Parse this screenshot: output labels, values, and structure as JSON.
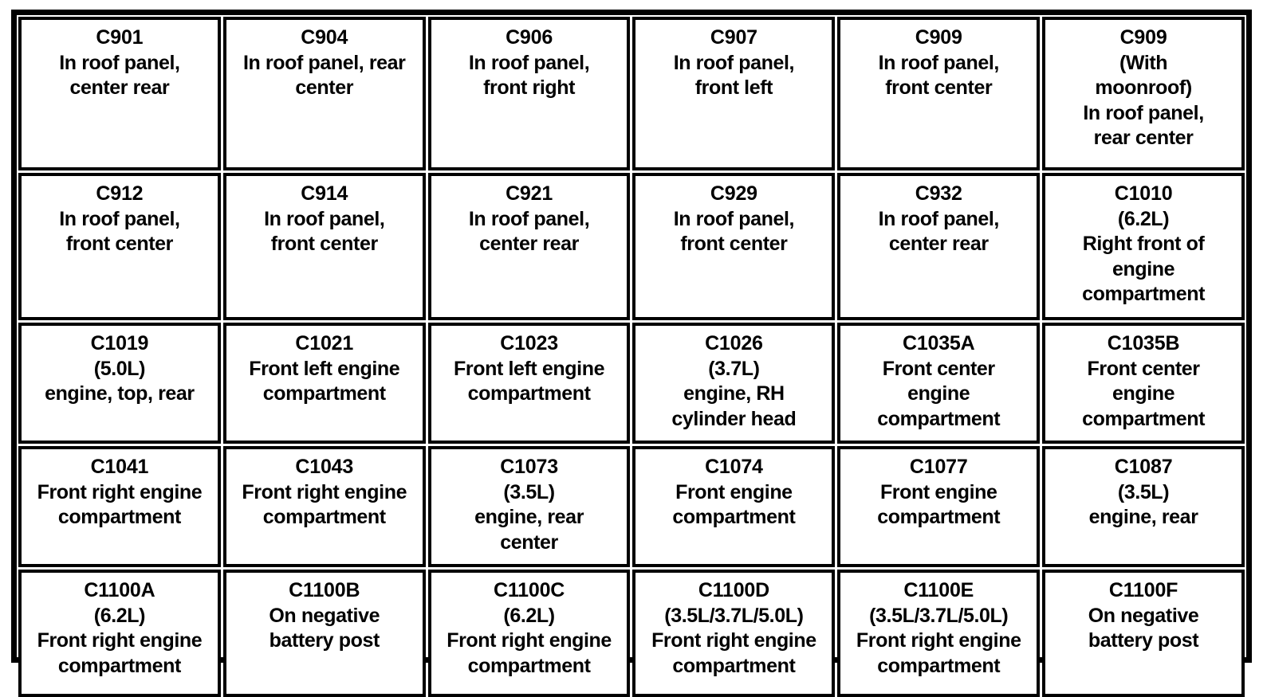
{
  "document": {
    "title": "Connector Location Reference Table",
    "type": "table",
    "columns": 6,
    "rows": 5,
    "text_color": "#000000",
    "background_color": "#ffffff",
    "border_color": "#000000"
  },
  "cells": [
    {
      "code": "C901",
      "description": "In roof panel,\ncenter rear"
    },
    {
      "code": "C904",
      "description": "In roof panel, rear\ncenter"
    },
    {
      "code": "C906",
      "description": "In roof panel,\nfront right"
    },
    {
      "code": "C907",
      "description": "In roof panel,\nfront left"
    },
    {
      "code": "C909",
      "description": "In roof panel,\nfront center"
    },
    {
      "code": "C909",
      "description": "(With\nmoonroof)\nIn roof panel,\nrear center"
    },
    {
      "code": "C912",
      "description": "In roof panel,\nfront center"
    },
    {
      "code": "C914",
      "description": "In roof panel,\nfront center"
    },
    {
      "code": "C921",
      "description": "In roof panel,\ncenter rear"
    },
    {
      "code": "C929",
      "description": "In roof panel,\nfront center"
    },
    {
      "code": "C932",
      "description": "In roof panel,\ncenter rear"
    },
    {
      "code": "C1010",
      "description": "(6.2L)\nRight front of\nengine\ncompartment"
    },
    {
      "code": "C1019",
      "description": "(5.0L)\nengine, top, rear"
    },
    {
      "code": "C1021",
      "description": "Front left engine\ncompartment"
    },
    {
      "code": "C1023",
      "description": "Front left engine\ncompartment"
    },
    {
      "code": "C1026",
      "description": "(3.7L)\nengine, RH\ncylinder head"
    },
    {
      "code": "C1035A",
      "description": "Front center\nengine\ncompartment"
    },
    {
      "code": "C1035B",
      "description": "Front center\nengine\ncompartment"
    },
    {
      "code": "C1041",
      "description": "Front right engine\ncompartment"
    },
    {
      "code": "C1043",
      "description": "Front right engine\ncompartment"
    },
    {
      "code": "C1073",
      "description": "(3.5L)\nengine, rear\ncenter"
    },
    {
      "code": "C1074",
      "description": "Front engine\ncompartment"
    },
    {
      "code": "C1077",
      "description": "Front engine\ncompartment"
    },
    {
      "code": "C1087",
      "description": "(3.5L)\nengine, rear"
    },
    {
      "code": "C1100A",
      "description": "(6.2L)\nFront right engine\ncompartment"
    },
    {
      "code": "C1100B",
      "description": "On negative\nbattery post"
    },
    {
      "code": "C1100C",
      "description": "(6.2L)\nFront right engine\ncompartment"
    },
    {
      "code": "C1100D",
      "description": "(3.5L/3.7L/5.0L)\nFront right engine\ncompartment"
    },
    {
      "code": "C1100E",
      "description": "(3.5L/3.7L/5.0L)\nFront right engine\ncompartment"
    },
    {
      "code": "C1100F",
      "description": "On negative\nbattery post"
    }
  ]
}
